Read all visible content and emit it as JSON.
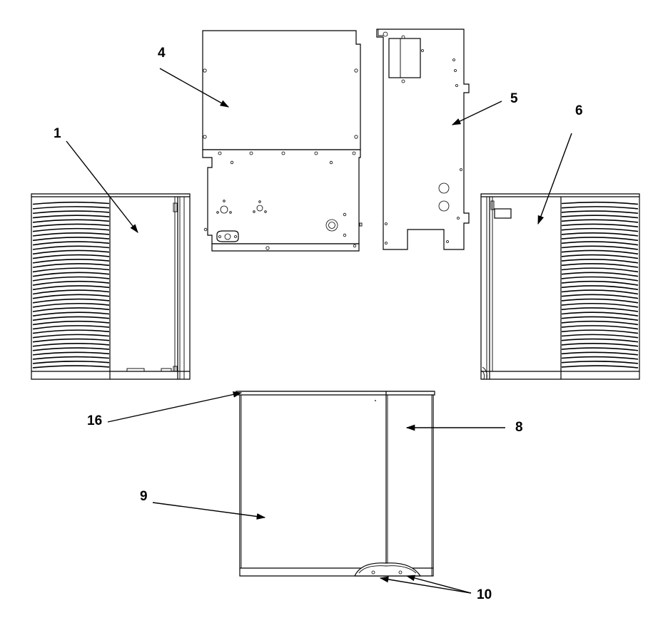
{
  "colors": {
    "ink": "#000000",
    "background": "#ffffff"
  },
  "callouts": {
    "c1": "1",
    "c4": "4",
    "c5": "5",
    "c6": "6",
    "c8": "8",
    "c9": "9",
    "c10": "10",
    "c16": "16"
  }
}
